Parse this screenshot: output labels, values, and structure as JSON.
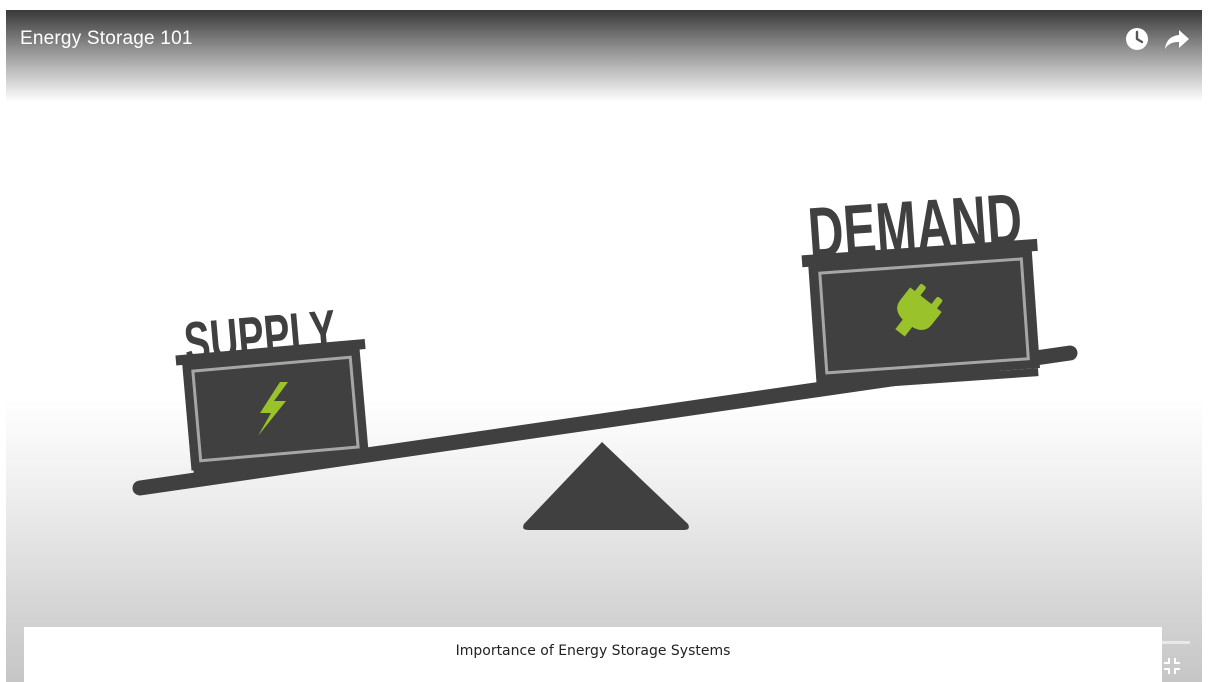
{
  "player": {
    "title": "Energy Storage 101",
    "icons": [
      "clock-icon",
      "share-icon",
      "exit-fullscreen-icon"
    ]
  },
  "slide": {
    "supply_label": "SUPPLY",
    "demand_label": "DEMAND",
    "supply_icon": "lightning-bolt-icon",
    "demand_icon": "plug-icon",
    "accent_color": "#9ac22b",
    "block_color": "#404040"
  },
  "caption": {
    "text": "Importance of Energy Storage Systems"
  }
}
